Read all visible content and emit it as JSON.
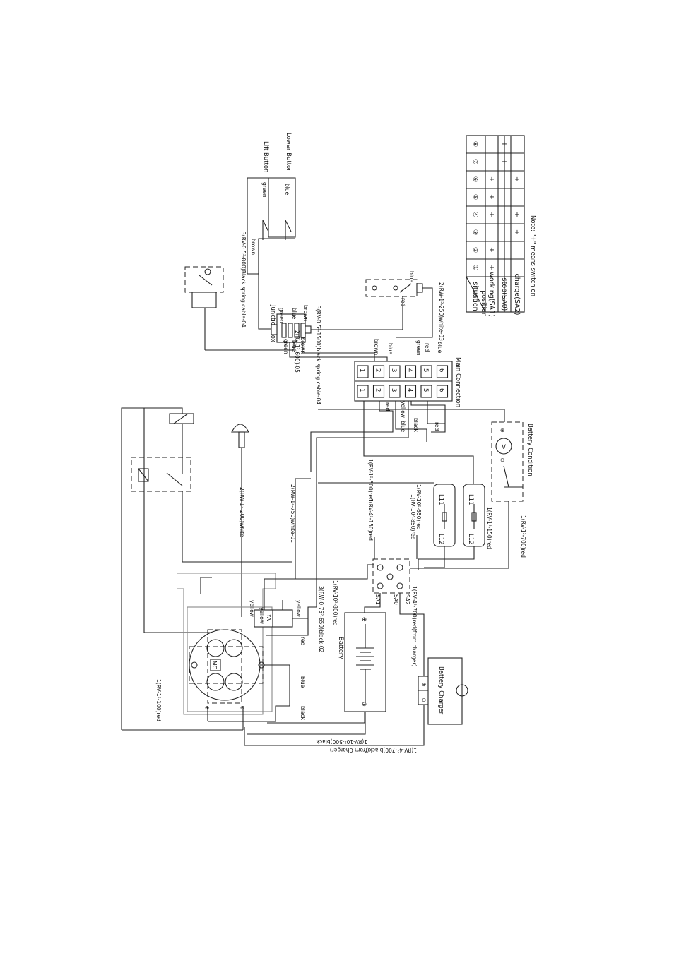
{
  "lift_button": "Lift Button",
  "lower_button": "Lower Button",
  "junction_box": "Junction Box",
  "main_connection": "Main Connection",
  "battery_condition": "Battery Condition",
  "battery": "Battery",
  "battery_charger": "Battery Charger",
  "mc": "MC",
  "ya": "YA",
  "l11": "L11",
  "l12": "L12",
  "v": "V",
  "terminals": [
    "1",
    "2",
    "3",
    "4",
    "5",
    "6"
  ],
  "wires": {
    "w_green": "green",
    "w_blue": "blue",
    "w_brown": "brown",
    "w_red": "red",
    "w_yellow": "yellow",
    "w_black": "black",
    "spring04": "3(RV-0.5²-800)Black spring cable-04",
    "jb_spring04": "3(RV-0.5²-1500)black spring cable-04",
    "white03": "2(RW-1²-250)white-03",
    "w05": "2(RV-1²-600)-05",
    "r500": "1(RV-1²-500)red",
    "r650": "1(RV-10²-650)red",
    "r150": "1(RV-4²-150)red",
    "r850": "1(RV-10²-850)red",
    "r150b": "1(RV-1²-150)red",
    "r700": "1(RV-1²-700)red",
    "white200": "2(RW-1²-200)white",
    "white750": "2(RW-1²-750)white-01",
    "black650": "3(RW-0.75²-650)black-02",
    "r800": "1(RV-10²-800)red",
    "charger700": "1(RV-4²-700)red(from charger)",
    "r100": "1(RV-1²-100)red",
    "black500": "1(RV-10²-500)black",
    "black700": "1(RV-4²-700)black(from Charger)"
  },
  "switch_labels": [
    "SA1",
    "SA0",
    "SA2"
  ],
  "table": {
    "header_top": "situation",
    "header_bottom": "position",
    "columns": [
      "①",
      "②",
      "③",
      "④",
      "⑤",
      "⑥",
      "⑦",
      "⑧"
    ],
    "rows": [
      {
        "label": "working(SA1)",
        "cells": [
          "+",
          "+",
          "",
          "+",
          "+",
          "+",
          "",
          ""
        ]
      },
      {
        "label": "stop(SA0)",
        "cells": [
          "",
          "",
          "",
          "",
          "",
          "",
          "+",
          "+"
        ]
      },
      {
        "label": "charge(SA2)",
        "cells": [
          "",
          "",
          "+",
          "+",
          "",
          "+",
          "",
          ""
        ]
      }
    ]
  },
  "note": "Note: \"+\" means switch on"
}
